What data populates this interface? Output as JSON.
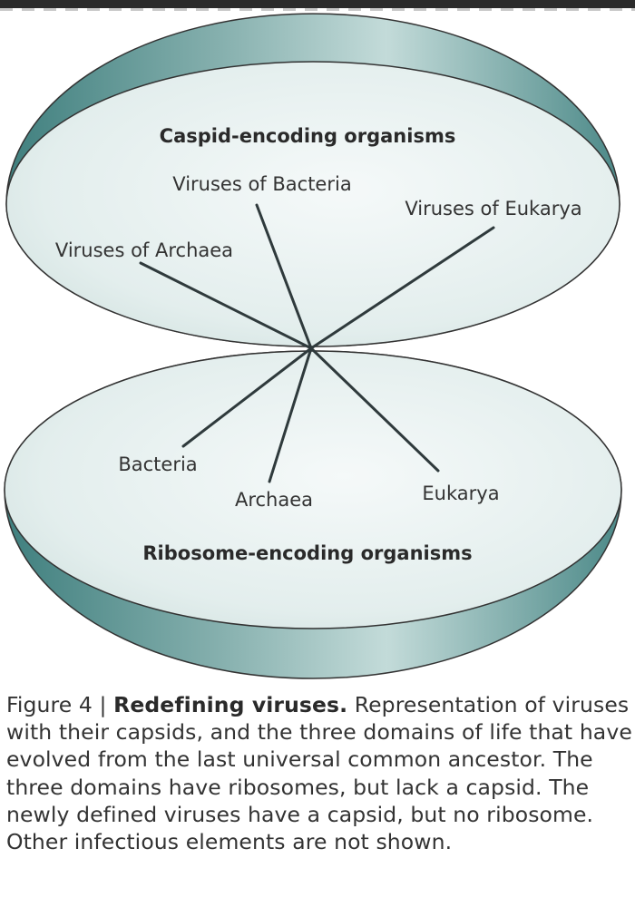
{
  "diagram": {
    "top_region_label": "Caspid-encoding organisms",
    "bottom_region_label": "Ribosome-encoding organisms",
    "top_branches": [
      "Viruses of Archaea",
      "Viruses of Bacteria",
      "Viruses of Eukarya"
    ],
    "bottom_branches": [
      "Bacteria",
      "Archaea",
      "Eukarya"
    ],
    "colors": {
      "shell_dark": "#3f7f7e",
      "shell_light": "#bcd6d4",
      "surface": "#e8f0ef",
      "outline": "#333333",
      "branch": "#2f3a3c"
    }
  },
  "caption": {
    "figure_label": "Figure 4 | ",
    "title": "Redefining viruses.",
    "text": " Representation of viruses with their capsids, and the three domains of life that have evolved from the last universal common ancestor. The three domains have ribosomes, but lack a capsid. The newly defined viruses have a capsid, but no ribosome. Other infectious elements are not shown."
  }
}
